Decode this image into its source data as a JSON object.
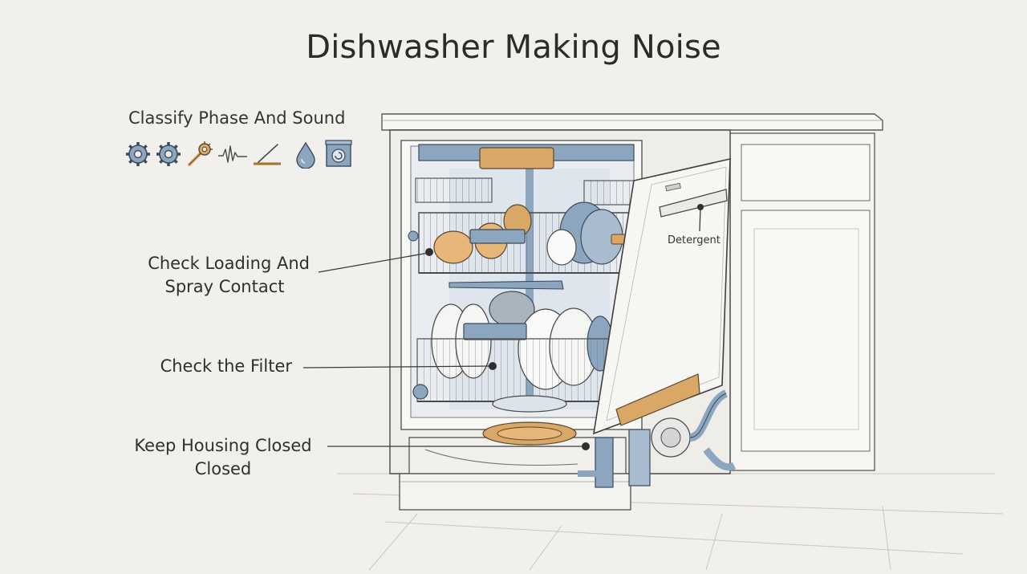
{
  "title": "Dishwasher Making Noise",
  "classify": {
    "heading": "Classify Phase And Sound",
    "icons": [
      "gear-icon",
      "gear-icon",
      "wrench-icon",
      "sound-wave-icon",
      "slanted-line-icon",
      "water-drop-icon",
      "pump-housing-icon"
    ]
  },
  "callouts": {
    "loading": {
      "line1": "Check Loading And",
      "line2": "Spray Contact"
    },
    "filter": "Check the Filter",
    "housing": {
      "line1": "Keep Housing Closed",
      "line2": "Closed"
    },
    "detergent": "Detergent"
  },
  "colors": {
    "background": "#f1f0ec",
    "steel_blue": "#8da6bf",
    "wood": "#d9a766",
    "ink": "#3a3a3a"
  }
}
